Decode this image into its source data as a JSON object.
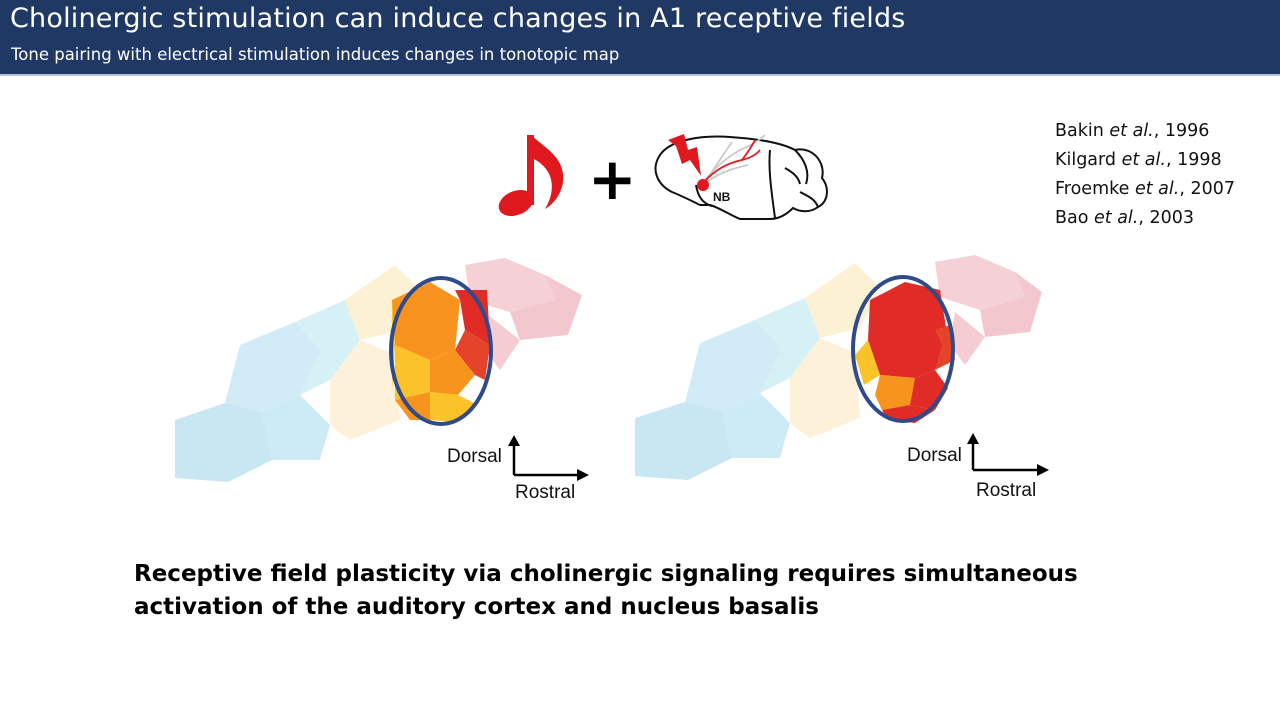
{
  "header": {
    "title": "Cholinergic stimulation can induce changes in A1 receptive fields",
    "subtitle": "Tone pairing with electrical stimulation induces changes in tonotopic map"
  },
  "references": [
    {
      "author": "Bakin",
      "etal": "et al.",
      "year": ", 1996"
    },
    {
      "author": "Kilgard",
      "etal": "et al.",
      "year": ", 1998"
    },
    {
      "author": "Froemke",
      "etal": "et al.",
      "year": ", 2007"
    },
    {
      "author": "Bao",
      "etal": "et al.",
      "year": ", 2003"
    }
  ],
  "stimulus": {
    "plus": "+",
    "brain_label": "NB",
    "note_icon": "music-note-icon",
    "lightning_icon": "lightning-bolt-icon"
  },
  "maps": [
    {
      "dorsal_label": "Dorsal",
      "rostral_label": "Rostral"
    },
    {
      "dorsal_label": "Dorsal",
      "rostral_label": "Rostral"
    }
  ],
  "colors": {
    "header_bg": "#1f3864",
    "ellipse_stroke": "#2f4b8a",
    "note_red": "#e0191e",
    "map_blue": "#c8e6f2",
    "map_cream": "#fdf0d2",
    "map_pink": "#f3c9cf",
    "map_yellow": "#fbc12a",
    "map_orange": "#f79420",
    "map_red": "#e02b27"
  },
  "conclusion": "Receptive field plasticity via cholinergic signaling requires simultaneous activation of the auditory cortex and nucleus basalis"
}
